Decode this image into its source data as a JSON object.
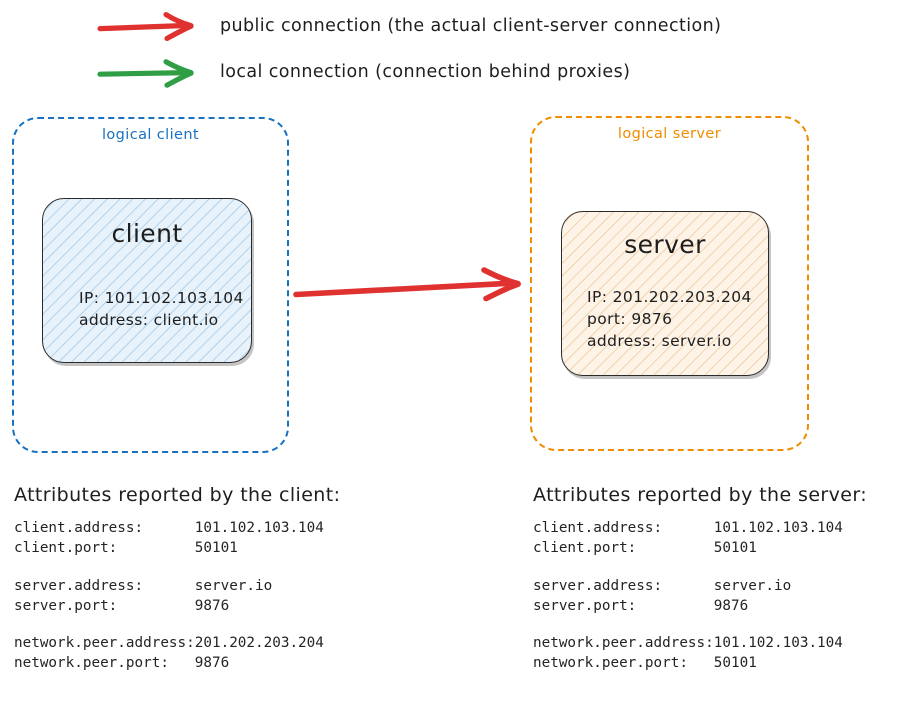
{
  "legend": {
    "items": [
      {
        "id": "public-connection",
        "arrow_icon": "red-arrow-icon",
        "color": "#e03131",
        "label": "public connection (the actual client-server connection)"
      },
      {
        "id": "local-connection",
        "arrow_icon": "green-arrow-icon",
        "color": "#2f9e44",
        "label": "local connection (connection behind proxies)"
      }
    ]
  },
  "diagram": {
    "connection_arrow": {
      "icon": "red-arrow-icon",
      "color": "#e03131",
      "semantic": "public-connection-client-to-server"
    },
    "logical_client": {
      "label": "logical client",
      "border_color": "#1971c2",
      "node": {
        "title": "client",
        "fill_color": "#e7f2fb",
        "hatch_color": "#9ec8e8",
        "lines": [
          "IP: 101.102.103.104",
          "address: client.io"
        ]
      }
    },
    "logical_server": {
      "label": "logical server",
      "border_color": "#f08c00",
      "node": {
        "title": "server",
        "fill_color": "#fdf3e7",
        "hatch_color": "#edc89a",
        "lines": [
          "IP: 201.202.203.204",
          "port: 9876",
          "address: server.io"
        ]
      }
    }
  },
  "attributes": {
    "client_report": {
      "heading": "Attributes reported by the client:",
      "groups": [
        [
          {
            "key": "client.address:",
            "value": "101.102.103.104"
          },
          {
            "key": "client.port:",
            "value": "50101"
          }
        ],
        [
          {
            "key": "server.address:",
            "value": "server.io"
          },
          {
            "key": "server.port:",
            "value": "9876"
          }
        ],
        [
          {
            "key": "network.peer.address:",
            "value": "201.202.203.204"
          },
          {
            "key": "network.peer.port:",
            "value": "9876"
          }
        ]
      ]
    },
    "server_report": {
      "heading": "Attributes reported by the server:",
      "groups": [
        [
          {
            "key": "client.address:",
            "value": "101.102.103.104"
          },
          {
            "key": "client.port:",
            "value": "50101"
          }
        ],
        [
          {
            "key": "server.address:",
            "value": "server.io"
          },
          {
            "key": "server.port:",
            "value": "9876"
          }
        ],
        [
          {
            "key": "network.peer.address:",
            "value": "101.102.103.104"
          },
          {
            "key": "network.peer.port:",
            "value": "50101"
          }
        ]
      ]
    }
  }
}
